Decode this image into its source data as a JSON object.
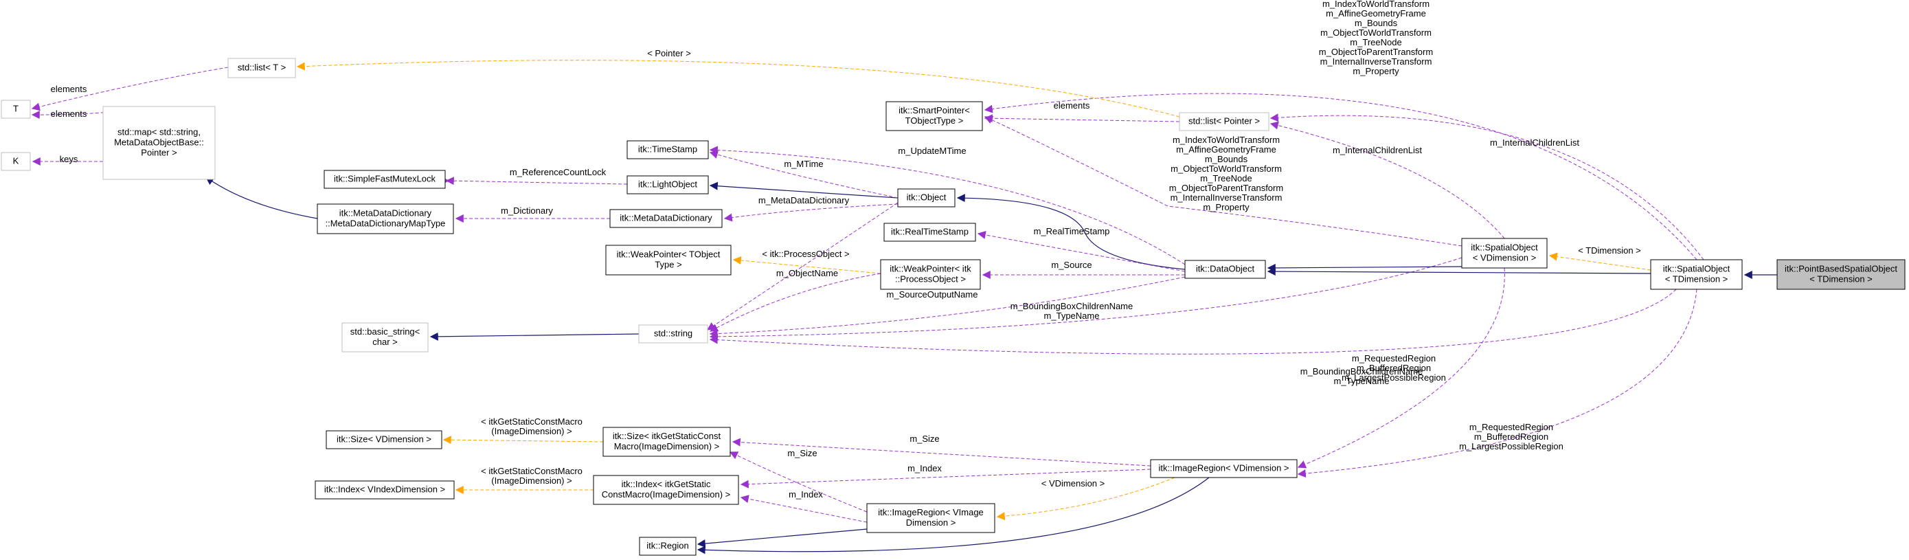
{
  "colors": {
    "inherit": "#191970",
    "usage": "#9a32cd",
    "template": "#ffa500",
    "highlight_fill": "#bfbfbf",
    "node_border": "#000000",
    "undocumented_border": "#bfbfbf"
  },
  "nodes": [
    {
      "id": "T",
      "lines": [
        "T"
      ],
      "style": "grey"
    },
    {
      "id": "K",
      "lines": [
        "K"
      ],
      "style": "grey"
    },
    {
      "id": "stdlistT",
      "lines": [
        "std::list< T >"
      ],
      "style": "grey"
    },
    {
      "id": "stdmap",
      "lines": [
        "std::map< std::string,",
        "MetaDataObjectBase::",
        "Pointer >"
      ],
      "style": "grey"
    },
    {
      "id": "mutexlock",
      "lines": [
        "itk::SimpleFastMutexLock"
      ],
      "style": "normal"
    },
    {
      "id": "mddmaptype",
      "lines": [
        "itk::MetaDataDictionary",
        "::MetaDataDictionaryMapType"
      ],
      "style": "normal"
    },
    {
      "id": "timestamp",
      "lines": [
        "itk::TimeStamp"
      ],
      "style": "normal"
    },
    {
      "id": "lightobject",
      "lines": [
        "itk::LightObject"
      ],
      "style": "normal"
    },
    {
      "id": "mdd",
      "lines": [
        "itk::MetaDataDictionary"
      ],
      "style": "normal"
    },
    {
      "id": "object",
      "lines": [
        "itk::Object"
      ],
      "style": "normal"
    },
    {
      "id": "smartpointer",
      "lines": [
        "itk::SmartPointer<",
        "TObjectType >"
      ],
      "style": "normal"
    },
    {
      "id": "weakptrT",
      "lines": [
        "itk::WeakPointer< TObject",
        "Type >"
      ],
      "style": "normal"
    },
    {
      "id": "realtimestamp",
      "lines": [
        "itk::RealTimeStamp"
      ],
      "style": "normal"
    },
    {
      "id": "weakptrPO",
      "lines": [
        "itk::WeakPointer< itk",
        "::ProcessObject >"
      ],
      "style": "normal"
    },
    {
      "id": "basicstring",
      "lines": [
        "std::basic_string<",
        "char >"
      ],
      "style": "grey"
    },
    {
      "id": "stdstring",
      "lines": [
        "std::string"
      ],
      "style": "grey"
    },
    {
      "id": "stdlistPtr",
      "lines": [
        "std::list< Pointer >"
      ],
      "style": "grey"
    },
    {
      "id": "dataobject",
      "lines": [
        "itk::DataObject"
      ],
      "style": "normal"
    },
    {
      "id": "spatialV",
      "lines": [
        "itk::SpatialObject",
        "< VDimension >"
      ],
      "style": "normal"
    },
    {
      "id": "spatialT",
      "lines": [
        "itk::SpatialObject",
        "< TDimension >"
      ],
      "style": "normal"
    },
    {
      "id": "pointbased",
      "lines": [
        "itk::PointBasedSpatialObject",
        "< TDimension >"
      ],
      "style": "highlight"
    },
    {
      "id": "sizeV",
      "lines": [
        "itk::Size< VDimension >"
      ],
      "style": "normal"
    },
    {
      "id": "sizeMacro",
      "lines": [
        "itk::Size< itkGetStaticConst",
        "Macro(ImageDimension) >"
      ],
      "style": "normal"
    },
    {
      "id": "imageregionV",
      "lines": [
        "itk::ImageRegion< VDimension >"
      ],
      "style": "normal"
    },
    {
      "id": "indexV",
      "lines": [
        "itk::Index< VIndexDimension >"
      ],
      "style": "normal"
    },
    {
      "id": "indexMacro",
      "lines": [
        "itk::Index< itkGetStatic",
        "ConstMacro(ImageDimension) >"
      ],
      "style": "normal"
    },
    {
      "id": "imageregionVI",
      "lines": [
        "itk::ImageRegion< VImage",
        "Dimension >"
      ],
      "style": "normal"
    },
    {
      "id": "region",
      "lines": [
        "itk::Region"
      ],
      "style": "normal"
    }
  ],
  "edge_labels": [
    {
      "id": "lbl-elements-1",
      "lines": [
        "elements"
      ]
    },
    {
      "id": "lbl-elements-2",
      "lines": [
        "elements"
      ]
    },
    {
      "id": "lbl-keys",
      "lines": [
        "keys"
      ]
    },
    {
      "id": "lbl-pointer",
      "lines": [
        "< Pointer >"
      ]
    },
    {
      "id": "lbl-refcountlock",
      "lines": [
        "m_ReferenceCountLock"
      ]
    },
    {
      "id": "lbl-dictionary",
      "lines": [
        "m_Dictionary"
      ]
    },
    {
      "id": "lbl-updatemtime",
      "lines": [
        "m_UpdateMTime"
      ]
    },
    {
      "id": "lbl-mtime",
      "lines": [
        "m_MTime"
      ]
    },
    {
      "id": "lbl-metadatadictionary",
      "lines": [
        "m_MetaDataDictionary"
      ]
    },
    {
      "id": "lbl-elements-3",
      "lines": [
        "elements"
      ]
    },
    {
      "id": "lbl-processobject",
      "lines": [
        "< itk::ProcessObject >"
      ]
    },
    {
      "id": "lbl-objectname",
      "lines": [
        "m_ObjectName"
      ]
    },
    {
      "id": "lbl-realtimestamp",
      "lines": [
        "m_RealTimeStamp"
      ]
    },
    {
      "id": "lbl-source",
      "lines": [
        "m_Source"
      ]
    },
    {
      "id": "lbl-sourceoutputname",
      "lines": [
        "m_SourceOutputName"
      ]
    },
    {
      "id": "lbl-bbchildren-1",
      "lines": [
        "m_BoundingBoxChildrenName",
        "m_TypeName"
      ]
    },
    {
      "id": "lbl-bbchildren-2",
      "lines": [
        "m_BoundingBoxChildrenName",
        "m_TypeName"
      ]
    },
    {
      "id": "lbl-transforms-1",
      "lines": [
        "m_IndexToWorldTransform",
        "m_AffineGeometryFrame",
        "m_Bounds",
        "m_ObjectToWorldTransform",
        "m_TreeNode",
        "m_ObjectToParentTransform",
        "m_InternalInverseTransform",
        "m_Property"
      ]
    },
    {
      "id": "lbl-transforms-2",
      "lines": [
        "m_IndexToWorldTransform",
        "m_AffineGeometryFrame",
        "m_Bounds",
        "m_ObjectToWorldTransform",
        "m_TreeNode",
        "m_ObjectToParentTransform",
        "m_InternalInverseTransform",
        "m_Property"
      ]
    },
    {
      "id": "lbl-internalchildren-1",
      "lines": [
        "m_InternalChildrenList"
      ]
    },
    {
      "id": "lbl-internalchildren-2",
      "lines": [
        "m_InternalChildrenList"
      ]
    },
    {
      "id": "lbl-tdimension",
      "lines": [
        "< TDimension >"
      ]
    },
    {
      "id": "lbl-regions-1",
      "lines": [
        "m_RequestedRegion",
        "m_BufferedRegion",
        "m_LargestPossibleRegion"
      ]
    },
    {
      "id": "lbl-regions-2",
      "lines": [
        "m_RequestedRegion",
        "m_BufferedRegion",
        "m_LargestPossibleRegion"
      ]
    },
    {
      "id": "lbl-size-macro",
      "lines": [
        "< itkGetStaticConstMacro",
        "(ImageDimension) >"
      ]
    },
    {
      "id": "lbl-index-macro",
      "lines": [
        "< itkGetStaticConstMacro",
        "(ImageDimension) >"
      ]
    },
    {
      "id": "lbl-msize-1",
      "lines": [
        "m_Size"
      ]
    },
    {
      "id": "lbl-msize-2",
      "lines": [
        "m_Size"
      ]
    },
    {
      "id": "lbl-mindex-1",
      "lines": [
        "m_Index"
      ]
    },
    {
      "id": "lbl-mindex-2",
      "lines": [
        "m_Index"
      ]
    },
    {
      "id": "lbl-vdimension",
      "lines": [
        "< VDimension >"
      ]
    }
  ]
}
